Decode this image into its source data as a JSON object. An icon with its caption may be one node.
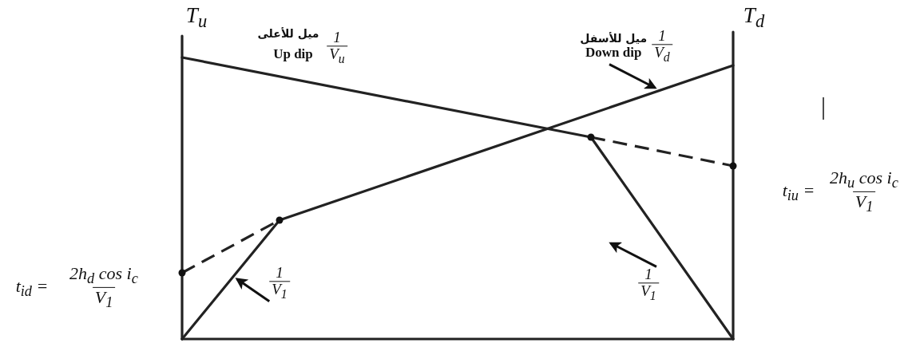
{
  "diagram": {
    "nodes": [
      {
        "text": [
          "ميل للأسفل",
          "Down dip",
          "1",
          "V$_{d}$"
        ]
      },
      {
        "text": [
          "1",
          "V$_{1}$"
        ]
      },
      {
        "text": [
          "1",
          "V$_{1}$"
        ]
      }
    ],
    "edges": [
      {
        "from": 0,
        "to": null,
        "arrow": "to"
      },
      {
        "from": 1,
        "to": null,
        "arrow": "to"
      },
      {
        "from": 2,
        "to": null,
        "arrow": "to"
      }
    ],
    "labels": [
      "T$_{u}$",
      "ميل للأعلى",
      "Up dip",
      "1",
      "V$_{u}$",
      "T$_{d}$",
      "t$_{iu}$ =",
      "2h$_{u}$ cos i$_{c}$",
      "V$_{1}$",
      "t$_{id}$ =",
      "2h$_{d}$ cos i$_{c}$",
      "V$_{1}$"
    ]
  }
}
